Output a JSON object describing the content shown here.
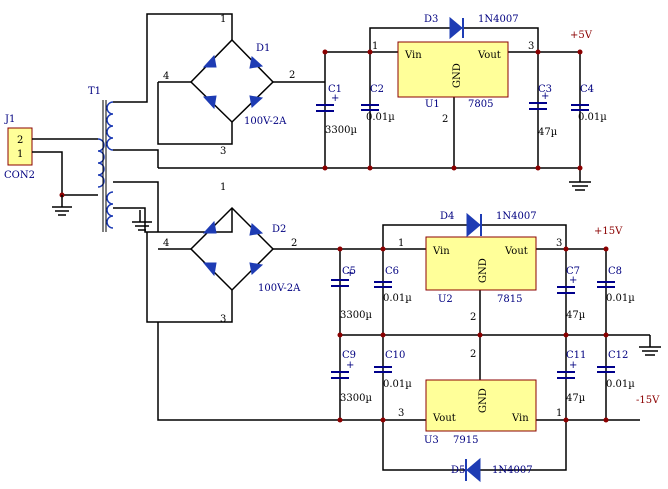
{
  "j1": {
    "ref": "J1",
    "part": "CON2",
    "pin1": "1",
    "pin2": "2"
  },
  "t1": {
    "ref": "T1"
  },
  "d1": {
    "ref": "D1",
    "rating": "100V-2A",
    "pins": [
      "1",
      "2",
      "3",
      "4"
    ]
  },
  "d2": {
    "ref": "D2",
    "rating": "100V-2A",
    "pins": [
      "1",
      "2",
      "3",
      "4"
    ]
  },
  "u1": {
    "ref": "U1",
    "part": "7805",
    "vin": "Vin",
    "vout": "Vout",
    "gnd": "GND",
    "p1": "1",
    "p2": "2",
    "p3": "3"
  },
  "u2": {
    "ref": "U2",
    "part": "7815",
    "vin": "Vin",
    "vout": "Vout",
    "gnd": "GND",
    "p1": "1",
    "p2": "2",
    "p3": "3"
  },
  "u3": {
    "ref": "U3",
    "part": "7915",
    "vin": "Vin",
    "vout": "Vout",
    "gnd": "GND",
    "p1": "1",
    "p2": "2",
    "p3": "3"
  },
  "d3": {
    "ref": "D3",
    "part": "1N4007"
  },
  "d4": {
    "ref": "D4",
    "part": "1N4007"
  },
  "d5": {
    "ref": "D5",
    "part": "1N4007"
  },
  "caps": [
    {
      "ref": "C1",
      "val": "3300µ"
    },
    {
      "ref": "C2",
      "val": "0.01µ"
    },
    {
      "ref": "C3",
      "val": "47µ"
    },
    {
      "ref": "C4",
      "val": "0.01µ"
    },
    {
      "ref": "C5",
      "val": "3300µ"
    },
    {
      "ref": "C6",
      "val": "0.01µ"
    },
    {
      "ref": "C7",
      "val": "47µ"
    },
    {
      "ref": "C8",
      "val": "0.01µ"
    },
    {
      "ref": "C9",
      "val": "3300µ"
    },
    {
      "ref": "C10",
      "val": "0.01µ"
    },
    {
      "ref": "C11",
      "val": "47µ"
    },
    {
      "ref": "C12",
      "val": "0.01µ"
    }
  ],
  "plus": "+",
  "rails": {
    "p5": "+5V",
    "p15": "+15V",
    "m15": "-15V"
  },
  "colors": {
    "ic_fill": "#ffff99",
    "ic_border": "#8b0000",
    "diode": "#1e3cb4",
    "cap": "#00008b",
    "label": "#000080",
    "rail": "#8b0000"
  }
}
